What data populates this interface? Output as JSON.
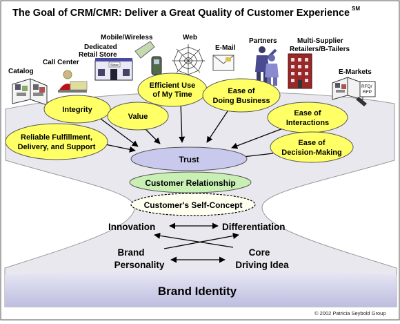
{
  "title": "The Goal of CRM/CMR: Deliver a Great Quality of Customer Experience",
  "title_sup": "SM",
  "channels": {
    "catalog": "Catalog",
    "call_center": "Call Center",
    "dedicated_retail_line1": "Dedicated",
    "dedicated_retail_line2": "Retail Store",
    "store_sign": "Store",
    "mobile": "Mobile/Wireless",
    "web": "Web",
    "email": "E-Mail",
    "partners": "Partners",
    "multi_supplier_line1": "Multi-Supplier",
    "multi_supplier_line2": "Retailers/B-Tailers",
    "emarkets": "E-Markets",
    "rfq_line1": "RFQ/",
    "rfq_line2": "RFP"
  },
  "bubbles": {
    "reliable_line1": "Reliable Fulfillment,",
    "reliable_line2": "Delivery, and Support",
    "integrity": "Integrity",
    "value": "Value",
    "efficient_line1": "Efficient Use",
    "efficient_line2": "of My Time",
    "ease_business_line1": "Ease of",
    "ease_business_line2": "Doing Business",
    "ease_interactions_line1": "Ease of",
    "ease_interactions_line2": "Interactions",
    "ease_decision_line1": "Ease of",
    "ease_decision_line2": "Decision-Making"
  },
  "core": {
    "trust": "Trust",
    "customer_relationship": "Customer Relationship",
    "self_concept": "Customer's Self-Concept"
  },
  "brand": {
    "innovation": "Innovation",
    "differentiation": "Differentiation",
    "brand_personality_line1": "Brand",
    "brand_personality_line2": "Personality",
    "core_driving_line1": "Core",
    "core_driving_line2": "Driving Idea",
    "brand_identity": "Brand Identity"
  },
  "copyright": "© 2002 Patricia Seybold Group",
  "colors": {
    "bubble_yellow": "#ffff66",
    "trust_fill": "#c9c9ee",
    "relationship_fill": "#c8f0b4",
    "funnel_fill": "#e6e6ee",
    "brand_band": "#c8c8e6"
  }
}
